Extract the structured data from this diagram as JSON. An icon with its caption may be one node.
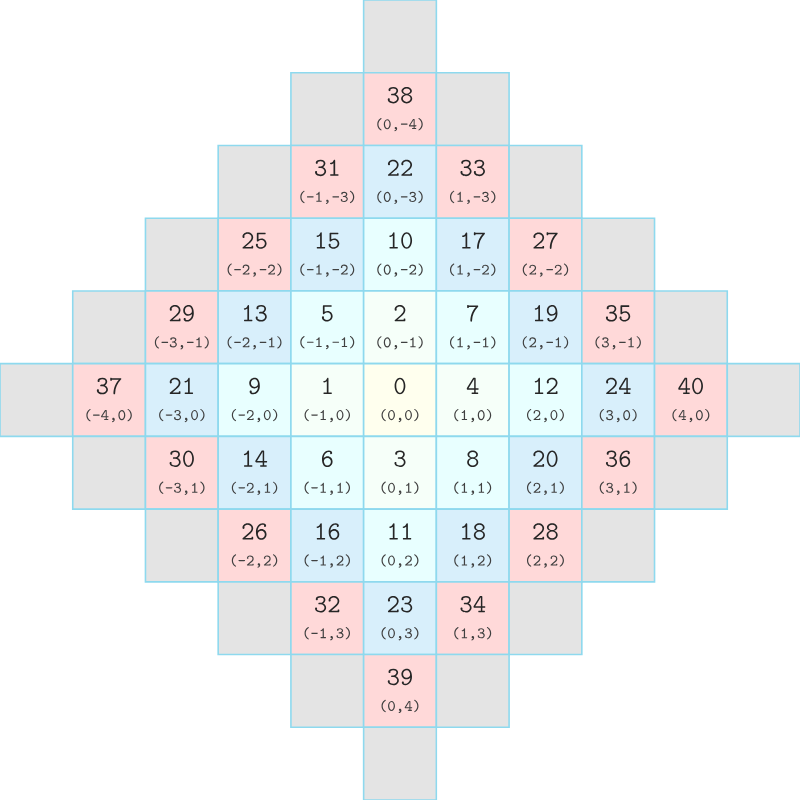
{
  "diagram": {
    "nodes": [
      {
        "text": [],
        "shape": "box"
      },
      {
        "text": [],
        "shape": "box"
      },
      {
        "text": [
          "38",
          "(0,-4)"
        ]
      },
      {
        "text": [],
        "shape": "box"
      },
      {
        "text": [],
        "shape": "box"
      },
      {
        "text": [
          "31",
          "(-1,-3)"
        ]
      },
      {
        "text": [
          "22",
          "(0,-3)"
        ]
      },
      {
        "text": [
          "33",
          "(1,-3)"
        ]
      },
      {
        "text": [],
        "shape": "box"
      },
      {
        "text": [],
        "shape": "box"
      },
      {
        "text": [
          "25",
          "(-2,-2)"
        ]
      },
      {
        "text": [
          "15",
          "(-1,-2)"
        ]
      },
      {
        "text": [
          "10",
          "(0,-2)"
        ]
      },
      {
        "text": [
          "17",
          "(1,-2)"
        ]
      },
      {
        "text": [
          "27",
          "(2,-2)"
        ]
      },
      {
        "text": [],
        "shape": "box"
      },
      {
        "text": [],
        "shape": "box"
      },
      {
        "text": [
          "29",
          "(-3,-1)"
        ]
      },
      {
        "text": [
          "13",
          "(-2,-1)"
        ]
      },
      {
        "text": [
          "5",
          "(-1,-1)"
        ]
      },
      {
        "text": [
          "2",
          "(0,-1)"
        ]
      },
      {
        "text": [
          "7",
          "(1,-1)"
        ]
      },
      {
        "text": [
          "19",
          "(2,-1)"
        ]
      },
      {
        "text": [
          "35",
          "(3,-1)"
        ]
      },
      {
        "text": [],
        "shape": "box"
      },
      {
        "text": [],
        "shape": "box"
      },
      {
        "text": [
          "37",
          "(-4,0)"
        ]
      },
      {
        "text": [
          "21",
          "(-3,0)"
        ]
      },
      {
        "text": [
          "9",
          "(-2,0)"
        ]
      },
      {
        "text": [
          "1",
          "(-1,0)"
        ]
      },
      {
        "text": [
          "0",
          "(0,0)"
        ]
      },
      {
        "text": [
          "4",
          "(1,0)"
        ]
      },
      {
        "text": [
          "12",
          "(2,0)"
        ]
      },
      {
        "text": [
          "24",
          "(3,0)"
        ]
      },
      {
        "text": [
          "40",
          "(4,0)"
        ]
      },
      {
        "text": [],
        "shape": "box"
      },
      {
        "text": [],
        "shape": "box"
      },
      {
        "text": [
          "30",
          "(-3,1)"
        ]
      },
      {
        "text": [
          "14",
          "(-2,1)"
        ]
      },
      {
        "text": [
          "6",
          "(-1,1)"
        ]
      },
      {
        "text": [
          "3",
          "(0,1)"
        ]
      },
      {
        "text": [
          "8",
          "(1,1)"
        ]
      },
      {
        "text": [
          "20",
          "(2,1)"
        ]
      },
      {
        "text": [
          "36",
          "(3,1)"
        ]
      },
      {
        "text": [],
        "shape": "box"
      },
      {
        "text": [],
        "shape": "box"
      },
      {
        "text": [
          "26",
          "(-2,2)"
        ]
      },
      {
        "text": [
          "16",
          "(-1,2)"
        ]
      },
      {
        "text": [
          "11",
          "(0,2)"
        ]
      },
      {
        "text": [
          "18",
          "(1,2)"
        ]
      },
      {
        "text": [
          "28",
          "(2,2)"
        ]
      },
      {
        "text": [],
        "shape": "box"
      },
      {
        "text": [],
        "shape": "box"
      },
      {
        "text": [
          "32",
          "(-1,3)"
        ]
      },
      {
        "text": [
          "23",
          "(0,3)"
        ]
      },
      {
        "text": [
          "34",
          "(1,3)"
        ]
      },
      {
        "text": [],
        "shape": "box"
      },
      {
        "text": [],
        "shape": "box"
      },
      {
        "text": [
          "39",
          "(0,4)"
        ]
      },
      {
        "text": [],
        "shape": "box"
      },
      {
        "text": [],
        "shape": "box"
      }
    ]
  }
}
